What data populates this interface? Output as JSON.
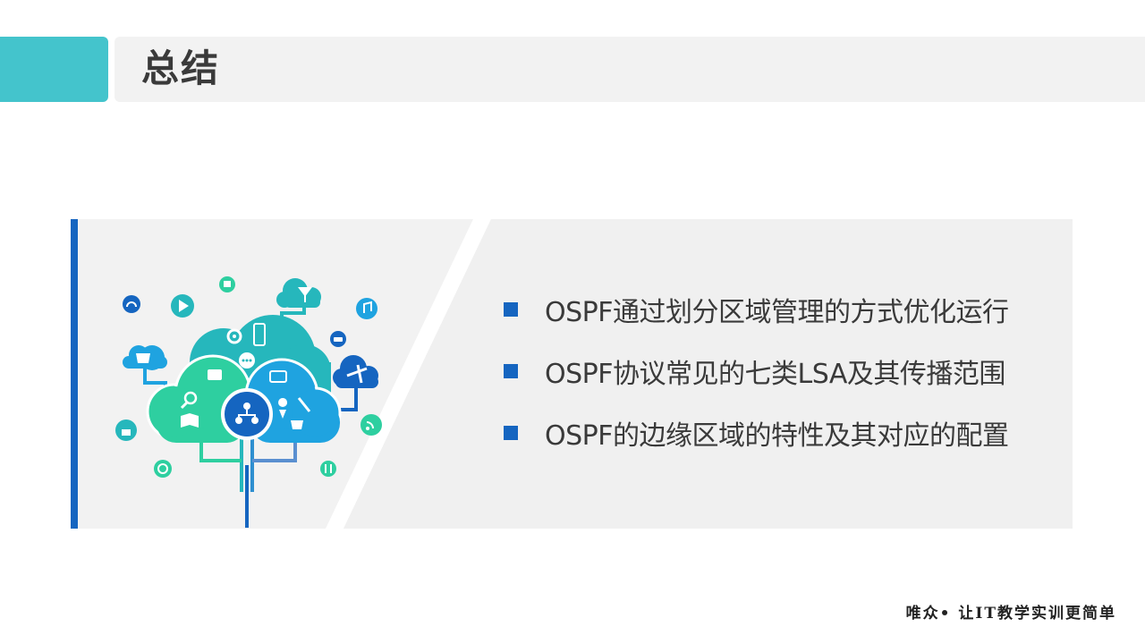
{
  "header": {
    "title": "总结"
  },
  "summary": {
    "items": [
      {
        "text": "OSPF通过划分区域管理的方式优化运行"
      },
      {
        "text": "OSPF协议常见的七类LSA及其传播范围"
      },
      {
        "text": "OSPF的边缘区域的特性及其对应的配置"
      }
    ]
  },
  "illustration": {
    "icons": [
      "headphones-icon",
      "play-icon",
      "message-icon",
      "cocktail-icon",
      "music-icon",
      "shopping-basket-icon",
      "car-icon",
      "airplane-icon",
      "gear-icon",
      "phone-icon",
      "chat-icon",
      "briefcase-icon",
      "card-icon",
      "search-icon",
      "book-icon",
      "network-icon",
      "location-icon",
      "wrench-icon",
      "coffee-icon",
      "lock-icon",
      "rss-icon",
      "globe-icon",
      "cutlery-icon"
    ]
  },
  "footer": {
    "slogan": "唯众• 让IT教学实训更简单"
  },
  "colors": {
    "accent_teal": "#44c4cc",
    "accent_blue": "#1565c0",
    "panel_gray": "#f2f2f2",
    "cloud_green": "#2ecfa0",
    "cloud_teal": "#26b7bc",
    "cloud_blue": "#1fa3e0"
  }
}
